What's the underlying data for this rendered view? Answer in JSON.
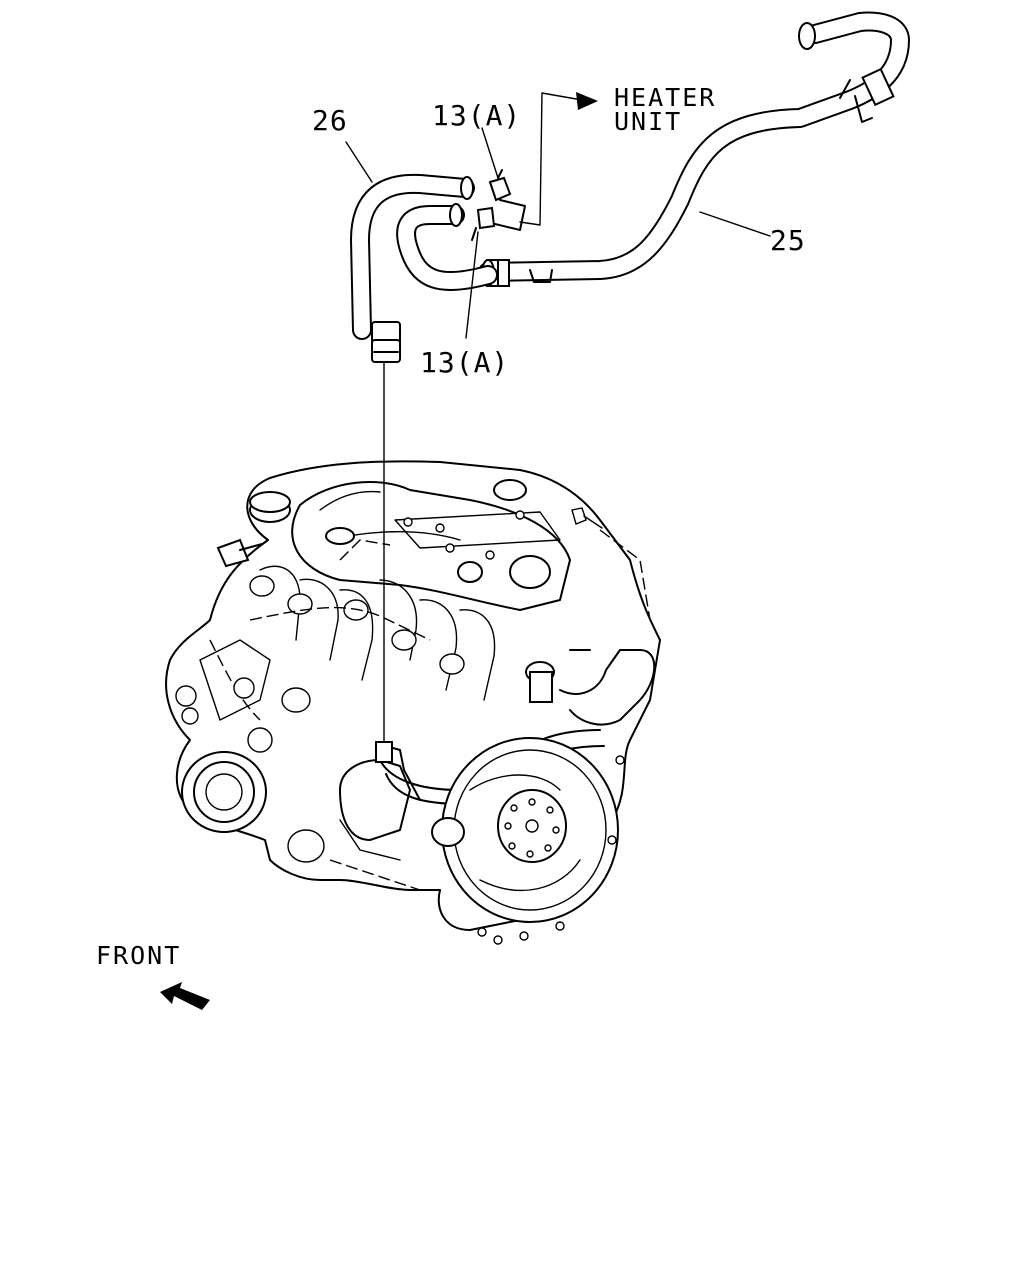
{
  "diagram": {
    "callouts": [
      {
        "id": "hose-26",
        "text": "26"
      },
      {
        "id": "clamp-upper",
        "text": "13(A)"
      },
      {
        "id": "clamp-lower",
        "text": "13(A)"
      },
      {
        "id": "pipe-25",
        "text": "25"
      }
    ],
    "destination": {
      "line1": "HEATER",
      "line2": "UNIT"
    },
    "orientation": {
      "label": "FRONT",
      "arrow_icon": "front-arrow-icon"
    }
  }
}
